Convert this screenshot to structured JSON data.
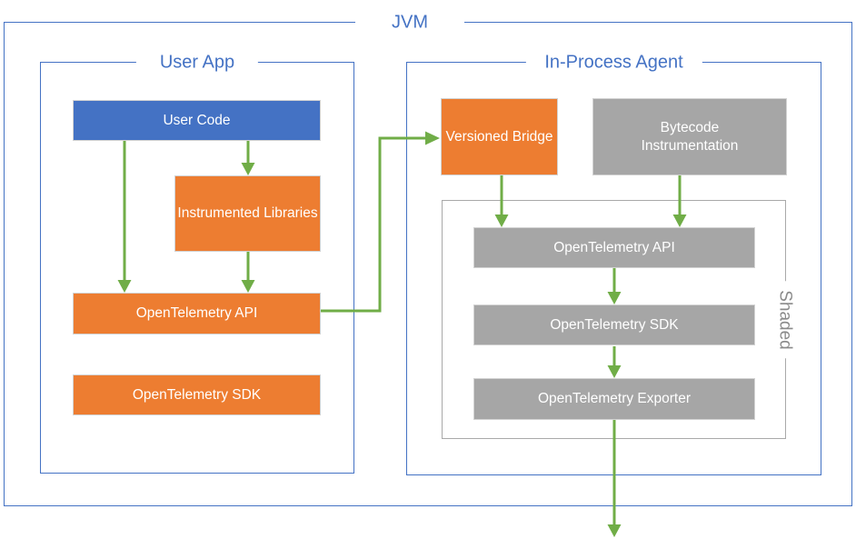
{
  "diagram": {
    "jvm_label": "JVM",
    "groups": {
      "user_app": "User App",
      "in_process_agent": "In-Process Agent",
      "shaded": "Shaded"
    },
    "nodes": {
      "user_code": "User Code",
      "instrumented_libraries": "Instrumented Libraries",
      "app_otel_api": "OpenTelemetry API",
      "app_otel_sdk": "OpenTelemetry SDK",
      "versioned_bridge": "Versioned Bridge",
      "bytecode_instrumentation": "Bytecode Instrumentation",
      "agent_otel_api": "OpenTelemetry API",
      "agent_otel_sdk": "OpenTelemetry SDK",
      "agent_otel_exporter": "OpenTelemetry Exporter"
    },
    "edges": [
      {
        "from": "user_code",
        "to": "app_otel_api"
      },
      {
        "from": "user_code",
        "to": "instrumented_libraries"
      },
      {
        "from": "instrumented_libraries",
        "to": "app_otel_api"
      },
      {
        "from": "app_otel_api",
        "to": "versioned_bridge"
      },
      {
        "from": "versioned_bridge",
        "to": "agent_otel_api"
      },
      {
        "from": "bytecode_instrumentation",
        "to": "agent_otel_api"
      },
      {
        "from": "agent_otel_api",
        "to": "agent_otel_sdk"
      },
      {
        "from": "agent_otel_sdk",
        "to": "agent_otel_exporter"
      },
      {
        "from": "agent_otel_exporter",
        "to": "outside-jvm"
      }
    ],
    "colors": {
      "blue_fill": "#4472C4",
      "orange_fill": "#ED7D31",
      "gray_fill": "#A6A6A6",
      "arrow_green": "#70AD47",
      "frame_blue": "#4472C4",
      "frame_gray": "#A9A9A9",
      "shaded_text_gray": "#8A8A8A"
    }
  }
}
